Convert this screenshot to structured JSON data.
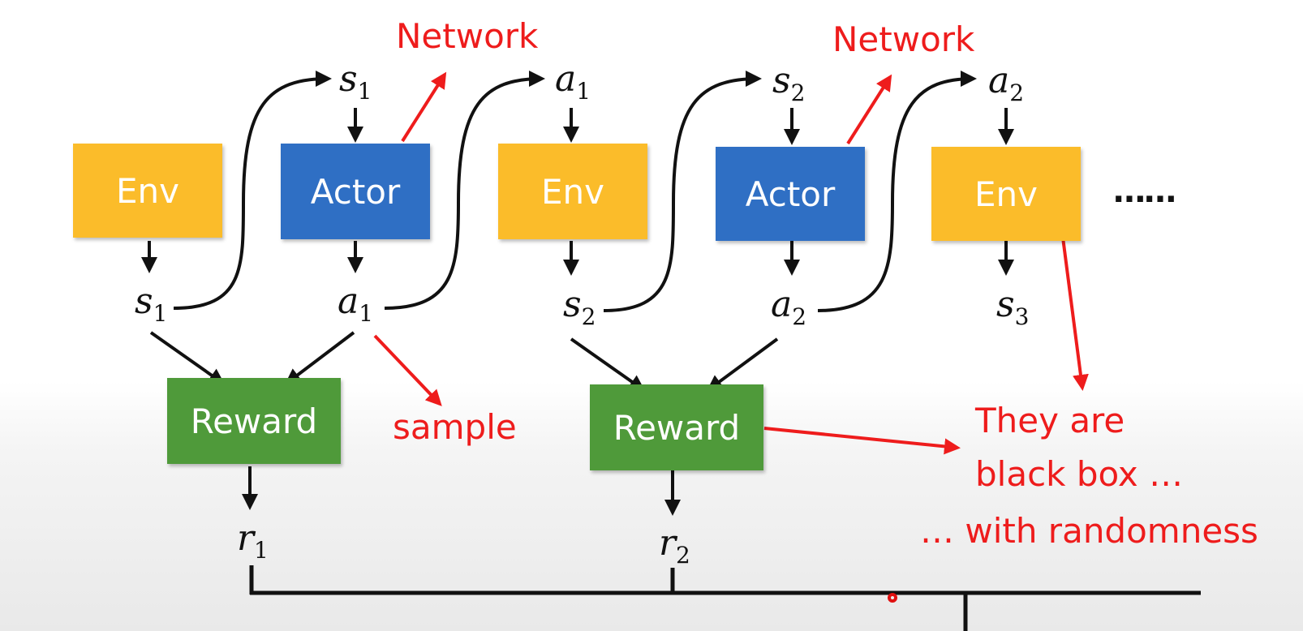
{
  "boxes": {
    "env1": "Env",
    "actor1": "Actor",
    "env2": "Env",
    "actor2": "Actor",
    "env3": "Env",
    "reward1": "Reward",
    "reward2": "Reward"
  },
  "variables": {
    "s1_top": {
      "base": "s",
      "sub": "1"
    },
    "a1_top": {
      "base": "a",
      "sub": "1"
    },
    "s2_top": {
      "base": "s",
      "sub": "2"
    },
    "a2_top": {
      "base": "a",
      "sub": "2"
    },
    "s1": {
      "base": "s",
      "sub": "1"
    },
    "a1": {
      "base": "a",
      "sub": "1"
    },
    "s2": {
      "base": "s",
      "sub": "2"
    },
    "a2": {
      "base": "a",
      "sub": "2"
    },
    "s3": {
      "base": "s",
      "sub": "3"
    },
    "r1": {
      "base": "r",
      "sub": "1"
    },
    "r2": {
      "base": "r",
      "sub": "2"
    }
  },
  "annotations": {
    "network1": "Network",
    "network2": "Network",
    "sample": "sample",
    "black_box_line1": "They are",
    "black_box_line2": "black box …",
    "black_box_line3": "… with randomness"
  },
  "ellipsis": "……",
  "colors": {
    "env": "#fbbc2a",
    "actor": "#2f6fc4",
    "reward": "#4f9a3a",
    "annotation": "#ee1c1c",
    "arrow": "#111111"
  }
}
